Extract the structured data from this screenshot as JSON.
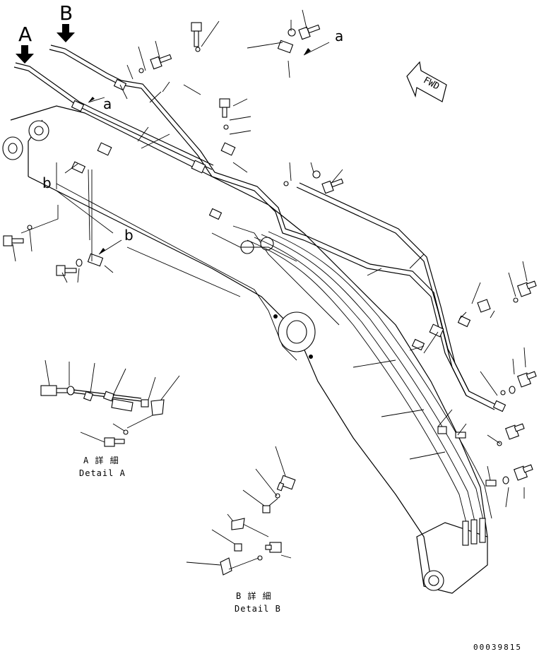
{
  "labels": {
    "view_a": "A",
    "view_b": "B",
    "ref_a_top": "a",
    "ref_a_left": "a",
    "ref_b_left": "b",
    "ref_b_mid": "b",
    "fwd": "FWD"
  },
  "details": {
    "a_jp": "A 詳 細",
    "a_en": "Detail A",
    "b_jp": "B 詳 細",
    "b_en": "Detail B"
  },
  "drawing_code": "00039815"
}
